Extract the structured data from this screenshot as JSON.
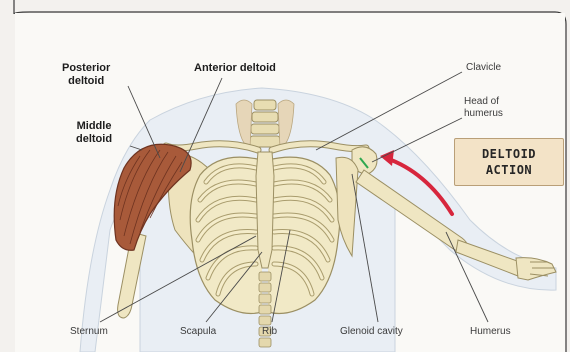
{
  "labels": {
    "posterior_deltoid": [
      "Posterior",
      "deltoid"
    ],
    "middle_deltoid": [
      "Middle",
      "deltoid"
    ],
    "anterior_deltoid": "Anterior deltoid",
    "clavicle": "Clavicle",
    "head_of_humerus": [
      "Head of",
      "humerus"
    ],
    "sternum": "Sternum",
    "scapula": "Scapula",
    "rib": "Rib",
    "glenoid_cavity": "Glenoid cavity",
    "humerus": "Humerus"
  },
  "action_box": [
    "DELTOID",
    "ACTION"
  ],
  "colors": {
    "bone": "#efe6c2",
    "bone_outline": "#9b8f63",
    "muscle": "#a85a3a",
    "muscle_dark": "#6e3320",
    "arrow": "#d7263d",
    "box_fill": "#f3e3c7",
    "leader": "#4a4a4a"
  }
}
